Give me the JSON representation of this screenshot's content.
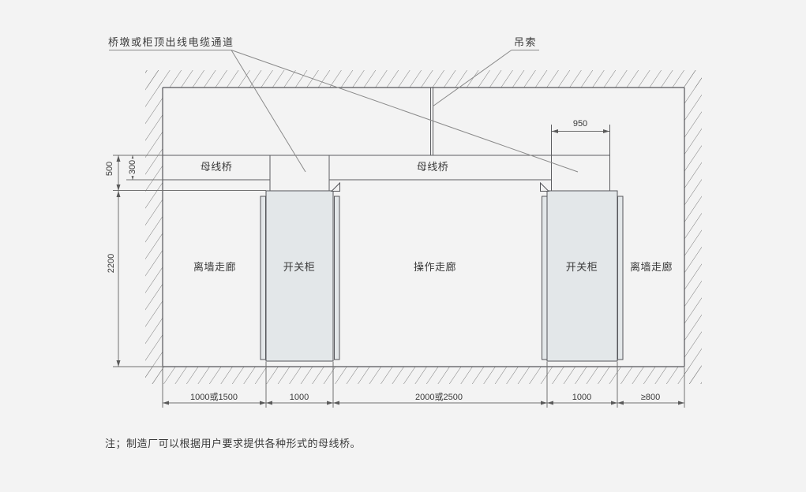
{
  "diagram": {
    "callouts": {
      "cable_channel": "桥墩或柜顶出线电缆通道",
      "sling": "吊索"
    },
    "areas": {
      "busbar_bridge_left": "母线桥",
      "busbar_bridge_mid": "母线桥",
      "left_wall_corridor": "离墙走廊",
      "left_switchgear": "开关柜",
      "operation_corridor": "操作走廊",
      "right_switchgear": "开关柜",
      "right_wall_corridor": "离墙走廊"
    },
    "dimensions": {
      "pier_width": "950",
      "bridge_clearance": "500",
      "bridge_height": "300",
      "room_height": "2200",
      "bottom": [
        "1000或1500",
        "1000",
        "2000或2500",
        "1000",
        "≥800"
      ]
    },
    "note": "注；制造厂可以根据用户要求提供各种形式的母线桥。",
    "colors": {
      "background": "#f3f3f3",
      "line": "#55565a",
      "dimension_line": "#707070",
      "hatch": "#7e7e7e",
      "cabinet_fill": "#e3e7e9",
      "text": "#3a3a3a"
    }
  }
}
